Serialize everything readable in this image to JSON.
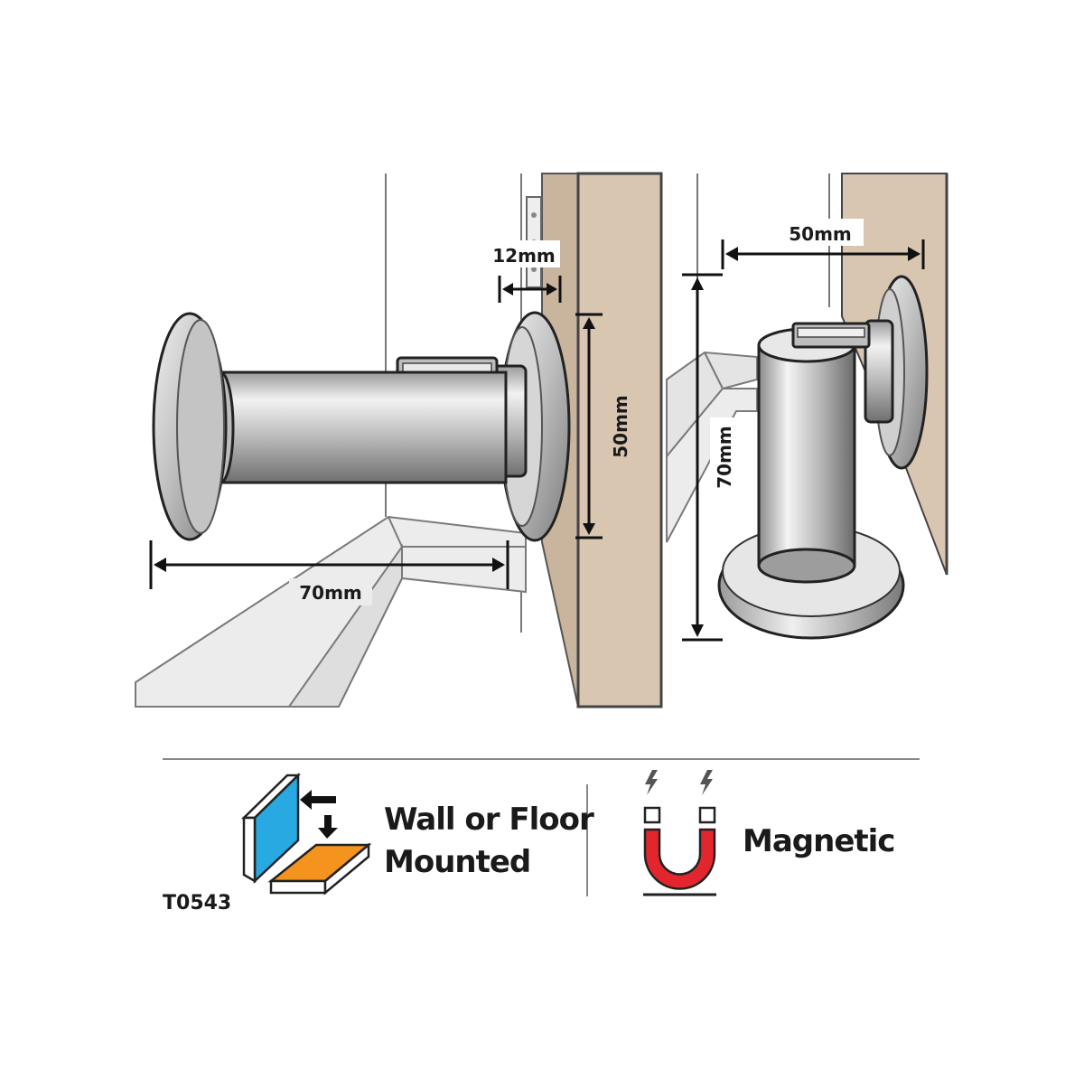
{
  "dimensions": {
    "wall_mount_length": "70mm",
    "wall_mount_gap": "12mm",
    "wall_mount_height": "50mm",
    "floor_mount_depth": "50mm",
    "floor_mount_height": "70mm"
  },
  "features": {
    "mounting_line1": "Wall or Floor",
    "mounting_line2": "Mounted",
    "magnetic": "Magnetic"
  },
  "product_code": "T0543",
  "icons": {
    "mounting": "wall-floor-mount-icon",
    "magnet": "magnet-icon",
    "lightning": "lightning-icon"
  },
  "colors": {
    "wood": "#d9c6b1",
    "steel_light": "#dcdcdc",
    "steel_dark": "#7a7a7a",
    "floor": "#e3e3e3",
    "wall_panel": "#29a9e1",
    "floor_panel": "#f4931e",
    "magnet_red": "#e3262d"
  }
}
